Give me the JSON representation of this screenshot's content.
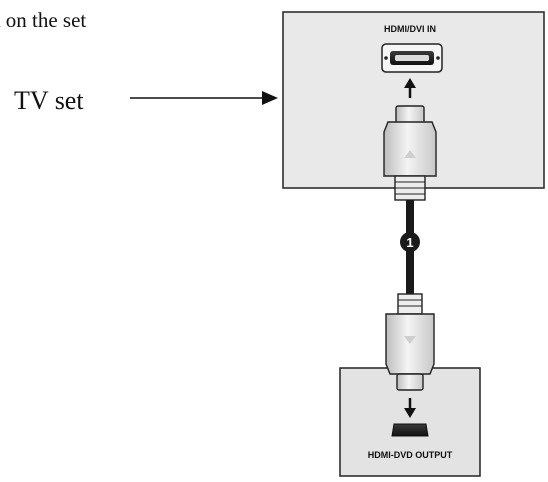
{
  "caption": {
    "top_text": "k on the set",
    "tv_label": "TV set"
  },
  "panels": {
    "tv_panel": {
      "port_label": "HDMI/DVI IN"
    },
    "dvd_panel": {
      "port_label": "HDMI-DVD OUTPUT"
    }
  },
  "cable": {
    "marker_number": "1"
  },
  "colors": {
    "panel_fill": "#e9e9e9",
    "panel_border": "#222222",
    "cable": "#1a1a1a"
  },
  "icons": {
    "arrow_to_tv": "arrow-right-icon",
    "arrow_up": "arrow-up-icon",
    "arrow_down": "arrow-down-icon",
    "hdmi_port": "hdmi-port-icon"
  }
}
